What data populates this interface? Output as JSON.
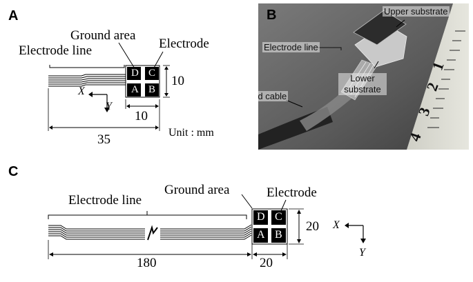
{
  "panels": {
    "a": {
      "label": "A",
      "electrode_line": "Electrode line",
      "ground_area": "Ground area",
      "electrode": "Electrode",
      "pads": [
        "D",
        "C",
        "A",
        "B"
      ],
      "dim_height": "10",
      "dim_width": "10",
      "dim_length": "35",
      "unit": "Unit : mm",
      "axis_x": "X",
      "axis_y": "Y"
    },
    "b": {
      "label": "B",
      "upper_substrate": "Upper substrate",
      "electrode_line": "Electrode line",
      "lower_substrate": "Lower\nsubstrate",
      "shielded_cable": "Shielded cable",
      "ruler_numbers": [
        "1",
        "2",
        "3",
        "4"
      ]
    },
    "c": {
      "label": "C",
      "electrode_line": "Electrode line",
      "ground_area": "Ground area",
      "electrode": "Electrode",
      "pads": [
        "D",
        "C",
        "A",
        "B"
      ],
      "dim_height": "20",
      "dim_length": "180",
      "dim_width": "20",
      "axis_x": "X",
      "axis_y": "Y"
    }
  },
  "colors": {
    "pad_fill": "#000000",
    "photo_bg": "#5a5a5a",
    "ruler": "#d8d8d0"
  }
}
